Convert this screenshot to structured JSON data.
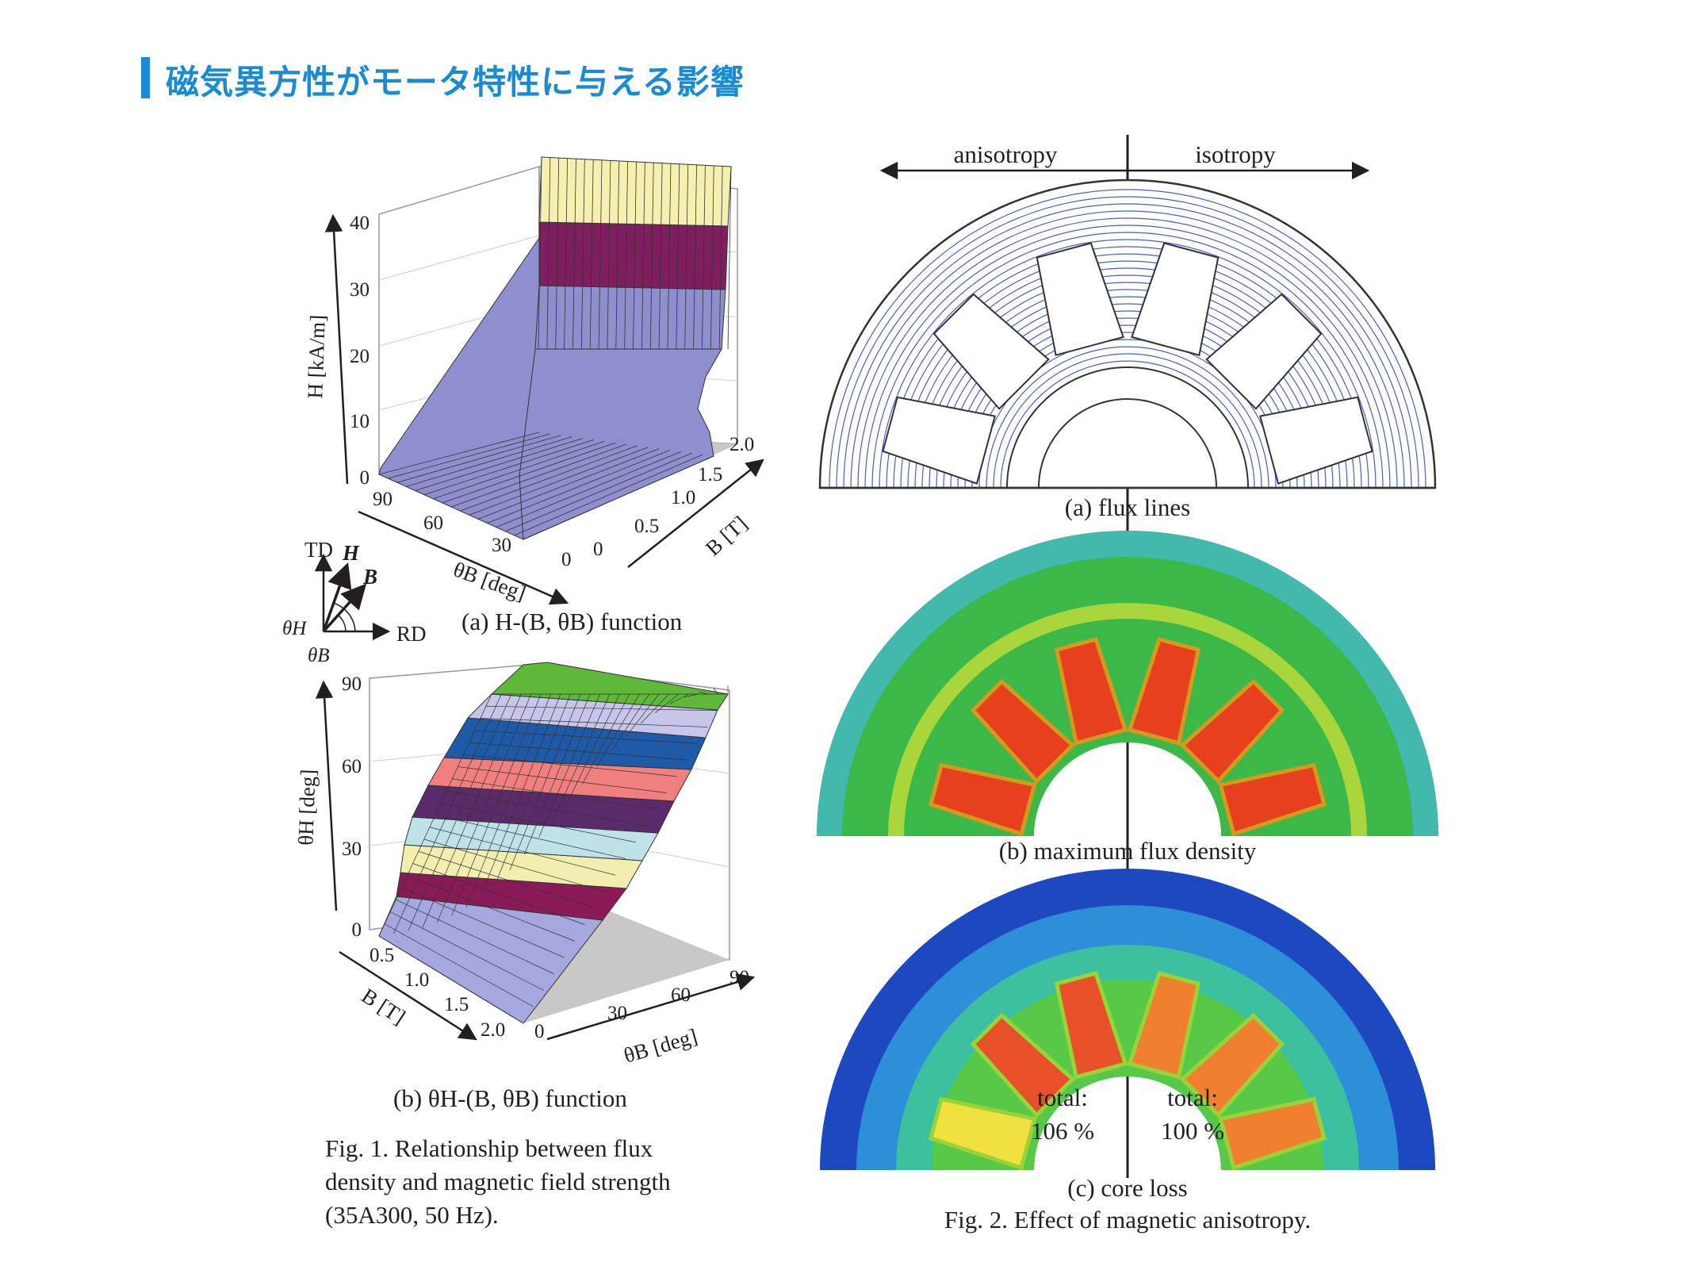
{
  "header": {
    "title": "磁気異方性がモータ特性に与える影響"
  },
  "fig1": {
    "chart_a": {
      "z_label": "H [kA/m]",
      "z_ticks": [
        "0",
        "10",
        "20",
        "30",
        "40"
      ],
      "theta_label": "θB [deg]",
      "theta_ticks": [
        "90",
        "60",
        "30",
        "0"
      ],
      "b_label": "B [T]",
      "b_ticks": [
        "0",
        "0.5",
        "1.0",
        "1.5",
        "2.0"
      ],
      "caption": "(a) H-(B, θB) function"
    },
    "inset": {
      "td": "TD",
      "rd": "RD",
      "h": "H",
      "b": "B",
      "theta_h": "θH",
      "theta_b": "θB"
    },
    "chart_b": {
      "z_label": "θH [deg]",
      "z_ticks": [
        "0",
        "30",
        "60",
        "90"
      ],
      "b_label": "B [T]",
      "b_ticks": [
        "0.5",
        "1.0",
        "1.5",
        "2.0"
      ],
      "theta_label": "θB [deg]",
      "theta_ticks": [
        "0",
        "30",
        "60",
        "90"
      ],
      "caption": "(b) θH-(B, θB) function"
    },
    "caption_lines": [
      "Fig. 1.  Relationship between flux",
      "density and magnetic field strength",
      "(35A300, 50 Hz)."
    ]
  },
  "fig2": {
    "left_label": "anisotropy",
    "right_label": "isotropy",
    "caption_a": "(a)  flux lines",
    "caption_b": "(b)  maximum flux density",
    "caption_c": "(c)  core loss",
    "total_label": "total:",
    "total_left": "106 %",
    "total_right": "100 %",
    "caption": "Fig. 2.  Effect of magnetic anisotropy."
  },
  "colors": {
    "accent": "#1a8ad2",
    "flux_line": "#4b5fc4",
    "tooth_red": "#e6401e",
    "core_green": "#3fb44a",
    "core_blue": "#1f3fb8"
  }
}
